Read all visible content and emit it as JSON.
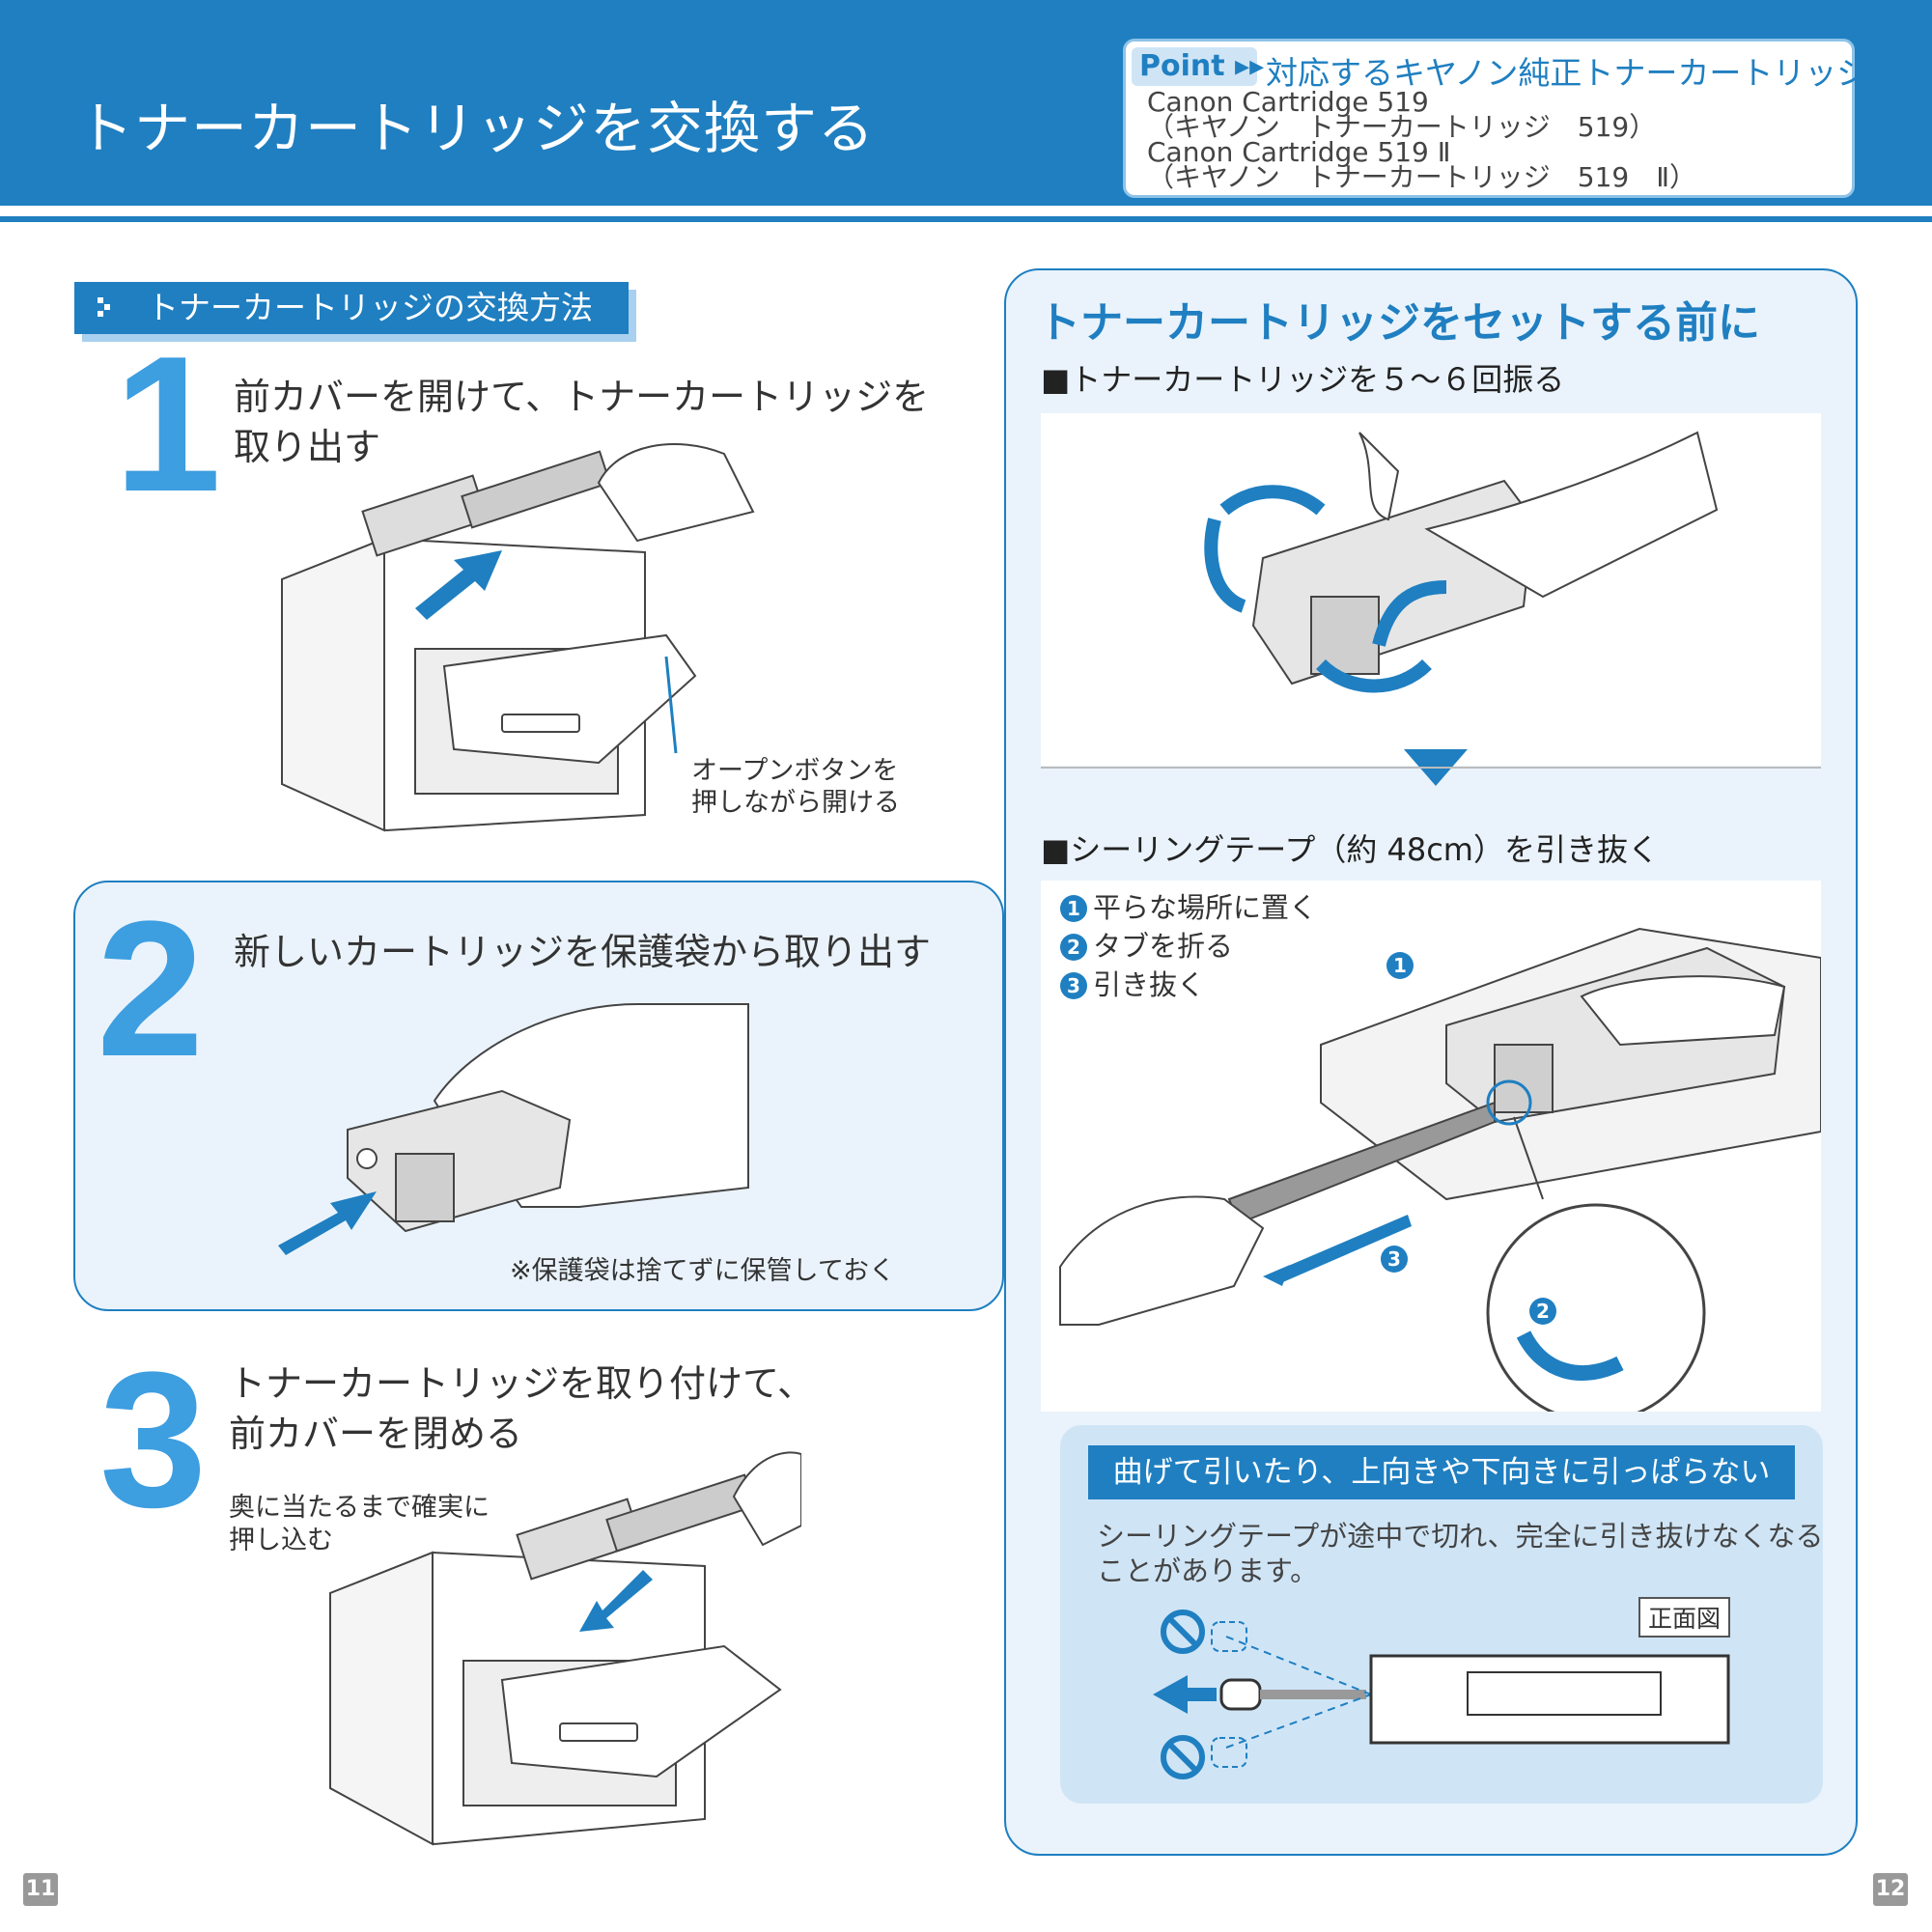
{
  "header": {
    "title": "トナーカートリッジを交換する",
    "point": {
      "badge": "Point ▸▸",
      "title": "対応するキヤノン純正トナーカートリッジ",
      "lines": [
        "Canon Cartridge 519",
        "（キヤノン　トナーカートリッジ　519）",
        "Canon Cartridge 519 Ⅱ",
        "（キヤノン　トナーカートリッジ　519　Ⅱ）"
      ]
    }
  },
  "section": {
    "label": "トナーカートリッジの交換方法"
  },
  "steps": [
    {
      "number": "1",
      "title_lines": [
        "前カバーを開けて、トナーカートリッジを",
        "取り出す"
      ],
      "notes": [
        "オープンボタンを",
        "押しながら開ける"
      ]
    },
    {
      "number": "2",
      "title_lines": [
        "新しいカートリッジを保護袋から取り出す"
      ],
      "notes": [
        "※保護袋は捨てずに保管しておく"
      ]
    },
    {
      "number": "3",
      "title_lines": [
        "トナーカートリッジを取り付けて、",
        "前カバーを閉める"
      ],
      "notes": [
        "奥に当たるまで確実に",
        "押し込む"
      ]
    }
  ],
  "side": {
    "title": "トナーカートリッジをセットする前に",
    "shake_heading": "■トナーカートリッジを５～６回振る",
    "tape_heading": "■シーリングテープ（約 48cm）を引き抜く",
    "tape_steps": [
      {
        "num": "1",
        "text": "平らな場所に置く"
      },
      {
        "num": "2",
        "text": "タブを折る"
      },
      {
        "num": "3",
        "text": "引き抜く"
      }
    ],
    "callouts": [
      "1",
      "2",
      "3"
    ],
    "warning": {
      "heading": "曲げて引いたり、上向きや下向きに引っぱらない",
      "body_lines": [
        "シーリングテープが途中で切れ、完全に引き抜けなくなる",
        "ことがあります。"
      ],
      "view_label": "正面図"
    }
  },
  "footer": {
    "page_left": "11",
    "page_right": "12"
  },
  "colors": {
    "accent": "#1f7fc1",
    "light_panel": "#eaf3fb",
    "warn_panel": "#cfe5f6"
  },
  "icons": [
    "chevron-right-icon",
    "down-triangle-icon",
    "prohibited-icon",
    "left-arrow-icon"
  ]
}
